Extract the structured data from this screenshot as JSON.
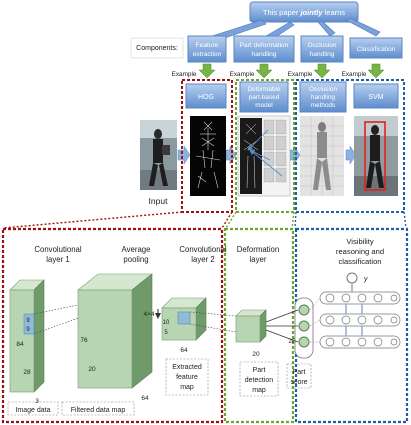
{
  "top": {
    "jointly_box": {
      "pre": "This paper ",
      "emph": "jointly",
      "post": " learns"
    },
    "components_label": "Components:",
    "components": [
      {
        "line1": "Feature",
        "line2": "extraction"
      },
      {
        "line1": "Part deformation",
        "line2": "handling"
      },
      {
        "line1": "Occlusion",
        "line2": "handling"
      },
      {
        "line1": "Classification",
        "line2": ""
      }
    ],
    "example_label": "Example",
    "examples": [
      {
        "lines": [
          "HOG"
        ]
      },
      {
        "lines": [
          "Deformable",
          "part-based",
          "model"
        ]
      },
      {
        "lines": [
          "Occlusion",
          "handling",
          "methods"
        ]
      },
      {
        "lines": [
          "SVM"
        ]
      }
    ],
    "input_label": "Input"
  },
  "network": {
    "conv1": {
      "line1": "Convolutional",
      "line2": "layer 1",
      "dims": [
        "84",
        "28",
        "3",
        "9",
        "9"
      ]
    },
    "avg_pool": {
      "line1": "Average",
      "line2": "pooling",
      "dims": [
        "76",
        "20",
        "64"
      ]
    },
    "conv2": {
      "line1": "Convolutional",
      "line2": "layer 2",
      "dims": [
        "4×4",
        "10",
        "5",
        "64"
      ]
    },
    "deformation": {
      "line1": "Deformation",
      "line2": "layer",
      "dims": [
        "20",
        "20"
      ]
    },
    "visibility": {
      "line1": "Visibility",
      "line2": "reasoning and",
      "line3": "classification",
      "output": "y"
    },
    "captions": {
      "image_data": "Image data",
      "filtered": "Filtered data map",
      "extracted": [
        "Extracted",
        "feature",
        "map"
      ],
      "part_detection": [
        "Part",
        "detection",
        "map"
      ],
      "part_score": [
        "Part",
        "score"
      ]
    }
  },
  "colors": {
    "box_gradient_top": "#a9c4ea",
    "box_gradient_bottom": "#5e8fd0",
    "arrow_green": "#70b040",
    "red_dashed": "#a11010",
    "green_dashed": "#6aa52e",
    "blue_dashed": "#1f5ea8",
    "block_face": "#b6d5b0",
    "block_side": "#6f9a6a"
  }
}
